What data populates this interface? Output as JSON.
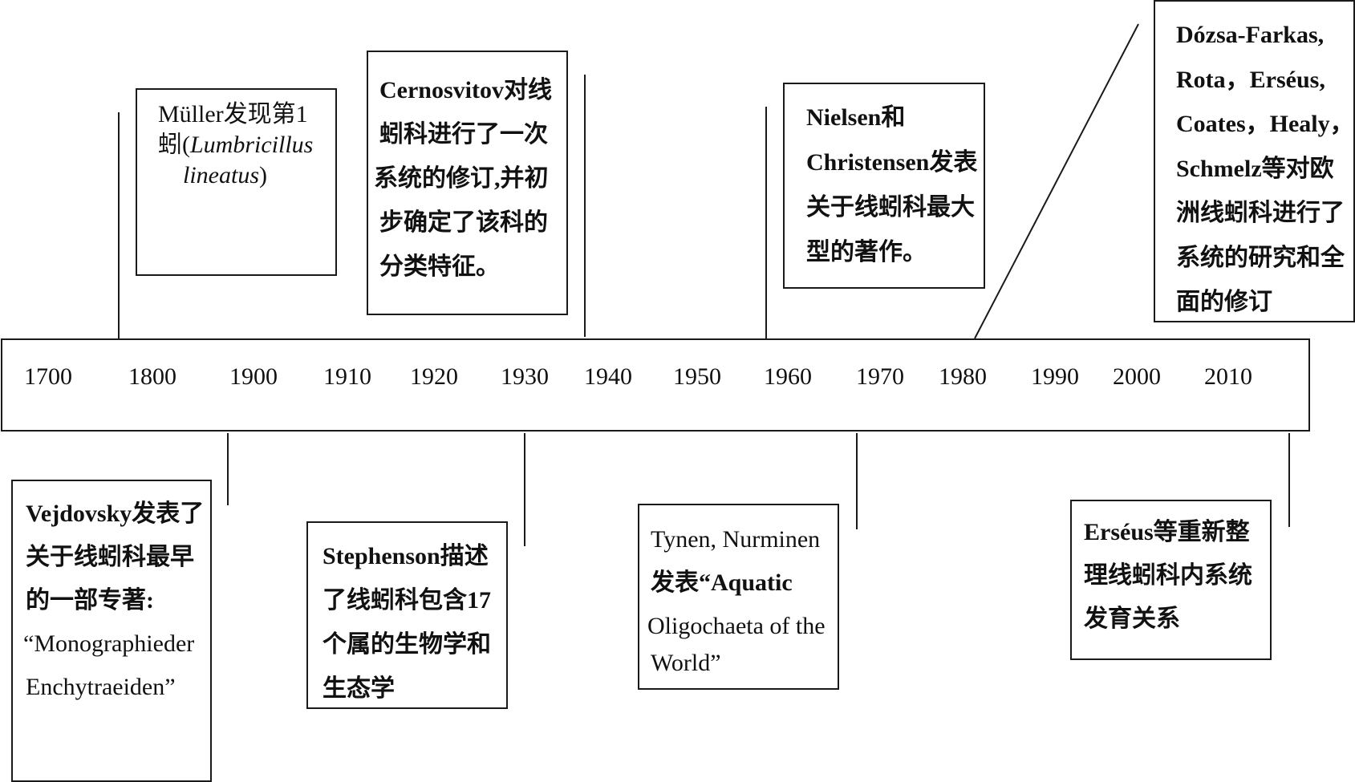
{
  "timeline": {
    "years": [
      "1700",
      "1800",
      "1900",
      "1910",
      "1920",
      "1930",
      "1940",
      "1950",
      "1960",
      "1970",
      "1980",
      "1990",
      "2000",
      "2010"
    ]
  },
  "events_above": [
    {
      "id": "muller",
      "lines": [
        "Müller发现第1",
        "蚓(",
        "Lumbricillus",
        "lineatus",
        ")"
      ]
    },
    {
      "id": "cernosvitov",
      "lines": [
        "Cernosvitov对线",
        "蚓科进行了一次",
        "系统的修订,并初",
        "步确定了该科的",
        "分类特征。"
      ]
    },
    {
      "id": "nielsen",
      "lines": [
        "Nielsen和",
        "Christensen发表",
        "关于线蚓科最大",
        "型的著作。"
      ]
    },
    {
      "id": "dozsa",
      "lines": [
        "Dózsa-Farkas,",
        "Rota，Erséus,",
        "Coates，Healy，",
        "Schmelz等对欧",
        "洲线蚓科进行了",
        "系统的研究和全",
        "面的修订"
      ]
    }
  ],
  "events_below": [
    {
      "id": "vejdovsky",
      "lines": [
        "Vejdovsky发表了",
        "关于线蚓科最早",
        "的一部专著:",
        "“Monographieder",
        "Enchytraeiden”"
      ]
    },
    {
      "id": "stephenson",
      "lines": [
        "Stephenson描述",
        "了线蚓科包含17",
        "个属的生物学和",
        "生态学"
      ]
    },
    {
      "id": "tynen",
      "lines": [
        "Tynen, Nurminen",
        "发表“Aquatic",
        "Oligochaeta of the",
        "World”"
      ]
    },
    {
      "id": "erseus",
      "lines": [
        "Erséus等重新整",
        "理线蚓科内系统",
        "发育关系"
      ]
    }
  ],
  "colors": {
    "line": "#1a1a1a",
    "text": "#111111",
    "background": "#ffffff"
  }
}
